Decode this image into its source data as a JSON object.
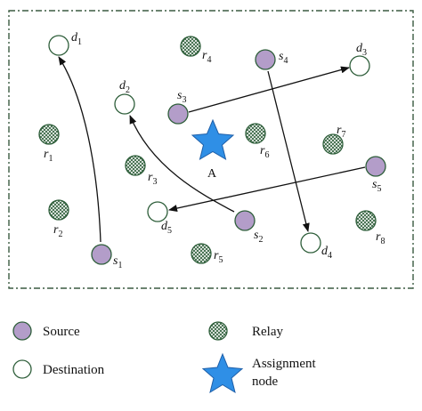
{
  "colors": {
    "frame": "#3a5a40",
    "node_stroke": "#2e5e3a",
    "source_fill": "#b39dc9",
    "destination_fill": "#ffffff",
    "relay_hatch": "#2e5e3a",
    "arrow": "#111111",
    "star_fill": "#2f8fe6",
    "star_stroke": "#1f5fa8"
  },
  "node_labels": {
    "s1": {
      "base": "s",
      "sub": "1"
    },
    "s2": {
      "base": "s",
      "sub": "2"
    },
    "s3": {
      "base": "s",
      "sub": "3"
    },
    "s4": {
      "base": "s",
      "sub": "4"
    },
    "s5": {
      "base": "s",
      "sub": "5"
    },
    "d1": {
      "base": "d",
      "sub": "1"
    },
    "d2": {
      "base": "d",
      "sub": "2"
    },
    "d3": {
      "base": "d",
      "sub": "3"
    },
    "d4": {
      "base": "d",
      "sub": "4"
    },
    "d5": {
      "base": "d",
      "sub": "5"
    },
    "r1": {
      "base": "r",
      "sub": "1"
    },
    "r2": {
      "base": "r",
      "sub": "2"
    },
    "r3": {
      "base": "r",
      "sub": "3"
    },
    "r4": {
      "base": "r",
      "sub": "4"
    },
    "r5": {
      "base": "r",
      "sub": "5"
    },
    "r6": {
      "base": "r",
      "sub": "6"
    },
    "r7": {
      "base": "r",
      "sub": "7"
    },
    "r8": {
      "base": "r",
      "sub": "8"
    }
  },
  "assignment_label": "A",
  "legend": {
    "source": "Source",
    "destination": "Destination",
    "relay": "Relay",
    "assignment_line1": "Assignment",
    "assignment_line2": "node"
  }
}
